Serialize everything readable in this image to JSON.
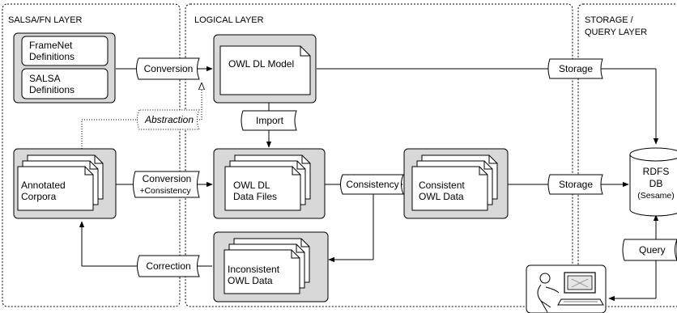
{
  "layers": {
    "salsa_fn": "SALSA/FN LAYER",
    "logical": "LOGICAL LAYER",
    "storage_line1": "STORAGE /",
    "storage_line2": "QUERY LAYER"
  },
  "boxes": {
    "framenet_line1": "FrameNet",
    "framenet_line2": "Definitions",
    "salsa_line1": "SALSA",
    "salsa_line2": "Definitions",
    "owl_model": "OWL DL Model",
    "annotated_line1": "Annotated",
    "annotated_line2": "Corpora",
    "owl_files_line1": "OWL DL",
    "owl_files_line2": "Data Files",
    "consistent_line1": "Consistent",
    "consistent_line2": "OWL Data",
    "inconsistent_line1": "Inconsistent",
    "inconsistent_line2": "OWL Data",
    "db_line1": "RDFS",
    "db_line2": "DB",
    "db_line3": "(Sesame)"
  },
  "processes": {
    "conversion": "Conversion",
    "abstraction": "Abstraction",
    "import": "Import",
    "storage_top": "Storage",
    "conversion2_line1": "Conversion",
    "conversion2_line2": "+Consistency",
    "consistency": "Consistency",
    "storage_mid": "Storage",
    "query": "Query",
    "correction": "Correction"
  },
  "icons": {
    "user": "user-at-computer-icon"
  }
}
